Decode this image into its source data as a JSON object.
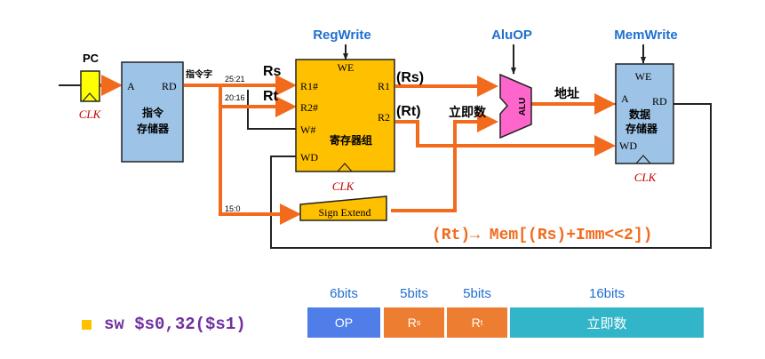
{
  "signals": {
    "reg_write": "RegWrite",
    "alu_op": "AluOP",
    "mem_write": "MemWrite",
    "pc": "PC",
    "clk": "CLK"
  },
  "imem": {
    "port_a": "A",
    "port_rd": "RD",
    "name_line1": "指令",
    "name_line2": "存储器"
  },
  "regfile": {
    "we": "WE",
    "r1_in": "R1#",
    "r2_in": "R2#",
    "w_in": "W#",
    "wd": "WD",
    "r1_out": "R1",
    "r2_out": "R2",
    "name": "寄存器组"
  },
  "dmem": {
    "we": "WE",
    "port_a": "A",
    "port_rd": "RD",
    "wd": "WD",
    "name_line1": "数据",
    "name_line2": "存储器"
  },
  "alu": {
    "label": "ALU"
  },
  "wires": {
    "instr_word": "指令字",
    "bits_25_21": "25:21",
    "bits_20_16": "20:16",
    "bits_15_0": "15:0",
    "rs": "Rs",
    "rt": "Rt",
    "rs_val": "(Rs)",
    "rt_val": "(Rt)",
    "immediate": "立即数",
    "address": "地址"
  },
  "sign_extend": "Sign Extend",
  "rtl": "(Rt)→ Mem[(Rs)+Imm<<2])",
  "instruction": "sw $s0,32($s1)",
  "format": {
    "fields": [
      {
        "bits": "6bits",
        "name": "OP",
        "sub": ""
      },
      {
        "bits": "5bits",
        "name": "R",
        "sub": "s"
      },
      {
        "bits": "5bits",
        "name": "R",
        "sub": "t"
      },
      {
        "bits": "16bits",
        "name": "立即数",
        "sub": ""
      }
    ]
  },
  "colors": {
    "orange": "#f26b1d",
    "regfile": "#ffc000",
    "memory": "#9dc3e6",
    "alu": "#ff66cc",
    "signal_blue": "#1f6fd0",
    "clk_red": "#c00000",
    "op": "#4f7ee8",
    "rs_rt": "#ed7d31",
    "imm": "#33b5c9"
  }
}
